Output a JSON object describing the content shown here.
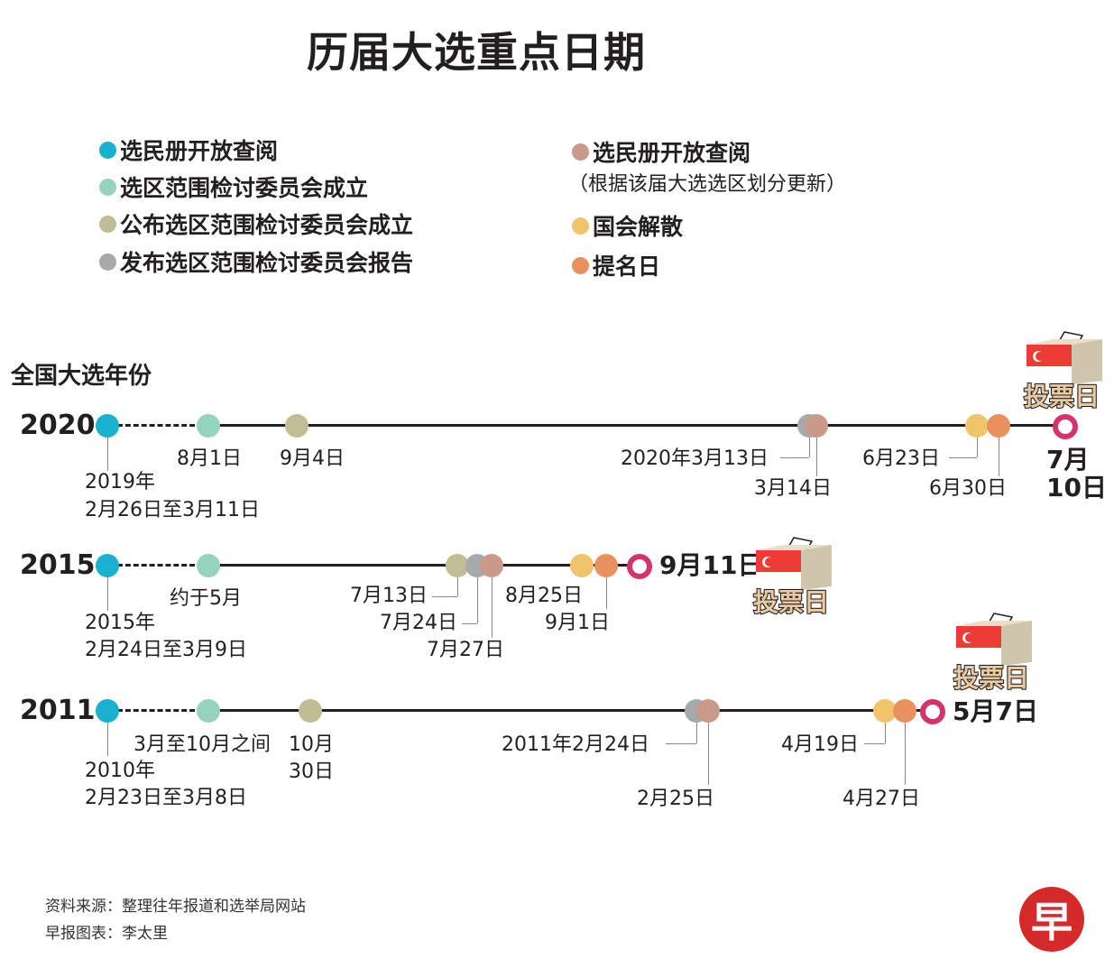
{
  "title": "历届大选重点日期",
  "legend": {
    "left": [
      "选民册开放查阅",
      "选区范围检讨委员会成立",
      "公布选区范围检讨委员会成立",
      "发布选区范围检讨委员会报告"
    ],
    "right": [
      "选民册开放查阅",
      "（根据该届大选选区划分更新）",
      "国会解散",
      "提名日"
    ]
  },
  "colors": {
    "voter_roll": "#1ab0cf",
    "committee_formed": "#94d3c0",
    "committee_announced": "#c1bc94",
    "report": "#a8a9ad",
    "voter_roll_updated": "#c99a87",
    "dissolution": "#f0c46a",
    "nomination": "#e8905e",
    "polling": "#d6336c"
  },
  "axis_title": "全国大选年份",
  "polling_label": "投票日",
  "years": {
    "y2020": {
      "year": "2020",
      "d1a": "2019年",
      "d1b": "2月26日至3月11日",
      "d2": "8月1日",
      "d3": "9月4日",
      "d4": "2020年3月13日",
      "d5": "3月14日",
      "d6": "6月23日",
      "d7": "6月30日",
      "poll_a": "7月",
      "poll_b": "10日"
    },
    "y2015": {
      "year": "2015",
      "d1a": "2015年",
      "d1b": "2月24日至3月9日",
      "d2": "约于5月",
      "d3": "7月13日",
      "d4": "7月24日",
      "d5": "7月27日",
      "d6": "8月25日",
      "d7": "9月1日",
      "poll": "9月11日"
    },
    "y2011": {
      "year": "2011",
      "d1a": "2010年",
      "d1b": "2月23日至3月8日",
      "d2": "3月至10月之间",
      "d3a": "10月",
      "d3b": "30日",
      "d4": "2011年2月24日",
      "d5": "2月25日",
      "d6": "4月19日",
      "d7": "4月27日",
      "poll": "5月7日"
    }
  },
  "footer": {
    "source": "资料来源：整理往年报道和选举局网站",
    "credit": "早报图表：李太里"
  },
  "logo": "早"
}
